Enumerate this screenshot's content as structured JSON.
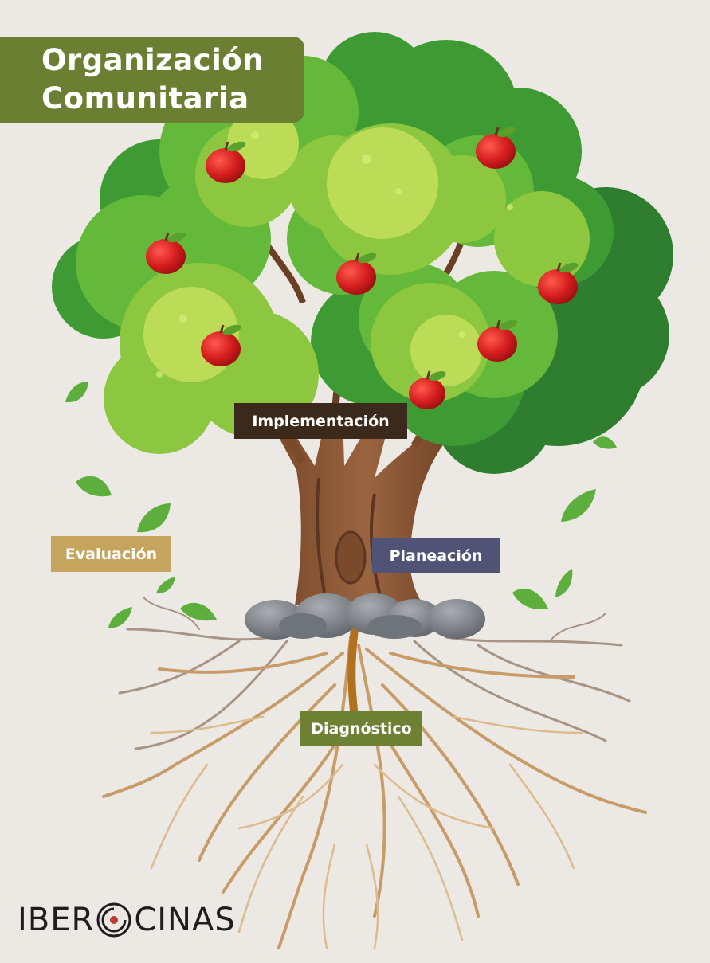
{
  "title": {
    "line1": "Organización",
    "line2": "Comunitaria",
    "color": "#6b7f33"
  },
  "labels": {
    "implementacion": {
      "text": "Implementación",
      "color": "#3b2a1c"
    },
    "evaluacion": {
      "text": "Evaluación",
      "color": "#c6a45d"
    },
    "planeacion": {
      "text": "Planeación",
      "color": "#505276"
    },
    "diagnostico": {
      "text": "Diagnóstico",
      "color": "#6e8133"
    }
  },
  "logo": {
    "left_text": "IBER",
    "right_text": "CINAS",
    "mark_icon": "spiral-o-icon",
    "accent_color": "#c0392b"
  },
  "illustration": {
    "icons": [
      "tree-icon",
      "apple-icon",
      "leaf-icon",
      "stone-icon",
      "roots-icon"
    ],
    "background_color": "#ece8e3"
  }
}
